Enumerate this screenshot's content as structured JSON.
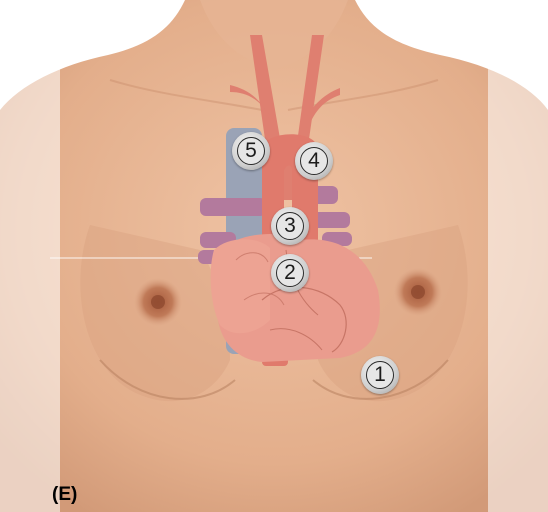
{
  "panel_label": "(E)",
  "markers": [
    {
      "id": "1",
      "label": "1"
    },
    {
      "id": "2",
      "label": "2"
    },
    {
      "id": "3",
      "label": "3"
    },
    {
      "id": "4",
      "label": "4"
    },
    {
      "id": "5",
      "label": "5"
    }
  ],
  "colors": {
    "skin": "#e8b896",
    "skin_shadow": "#c98f6c",
    "heart": "#e8978a",
    "artery": "#e07a6c",
    "vein": "#9aa3b6",
    "lung_vessel": "#b87a9c",
    "marker": "#d4d4d4"
  }
}
